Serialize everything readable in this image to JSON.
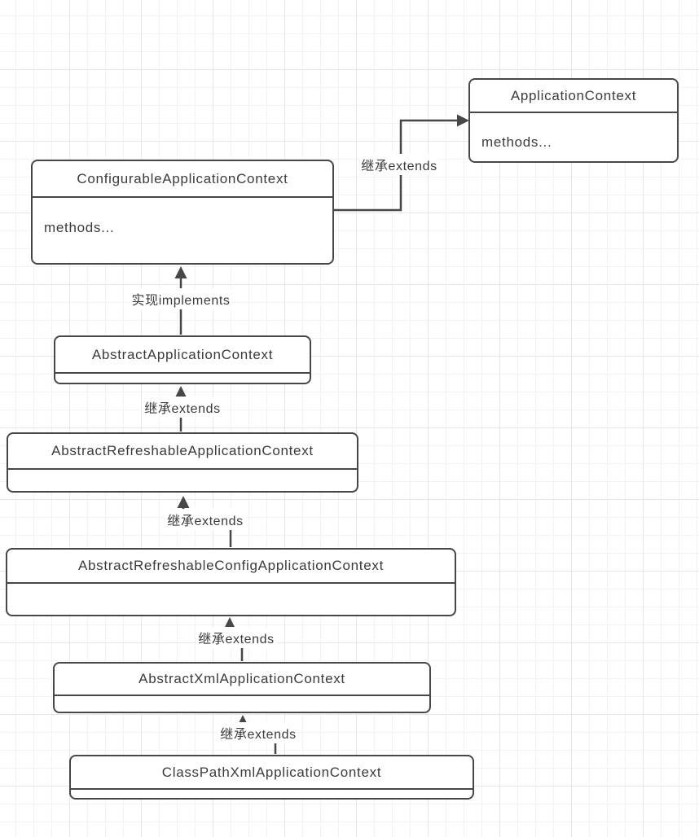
{
  "diagram": {
    "nodes": [
      {
        "id": "application-context",
        "title": "ApplicationContext",
        "body": "methods..."
      },
      {
        "id": "configurable-application-context",
        "title": "ConfigurableApplicationContext",
        "body": "methods..."
      },
      {
        "id": "abstract-application-context",
        "title": "AbstractApplicationContext",
        "body": ""
      },
      {
        "id": "abstract-refreshable-application-context",
        "title": "AbstractRefreshableApplicationContext",
        "body": ""
      },
      {
        "id": "abstract-refreshable-config-application-context",
        "title": "AbstractRefreshableConfigApplicationContext",
        "body": ""
      },
      {
        "id": "abstract-xml-application-context",
        "title": "AbstractXmlApplicationContext",
        "body": ""
      },
      {
        "id": "class-path-xml-application-context",
        "title": "ClassPathXmlApplicationContext",
        "body": ""
      }
    ],
    "edges": [
      {
        "id": "configurable-extends-application",
        "label": "继承extends"
      },
      {
        "id": "abstract-implements-configurable",
        "label": "实现implements"
      },
      {
        "id": "refreshable-extends-abstract",
        "label": "继承extends"
      },
      {
        "id": "config-extends-refreshable",
        "label": "继承extends"
      },
      {
        "id": "xml-extends-config",
        "label": "继承extends"
      },
      {
        "id": "classpath-extends-xml",
        "label": "继承extends"
      }
    ],
    "colors": {
      "stroke": "#474747",
      "text": "#3b3b3b",
      "grid_minor": "#f3f3f5",
      "grid_major": "#e8e8ea",
      "background": "#ffffff"
    }
  }
}
